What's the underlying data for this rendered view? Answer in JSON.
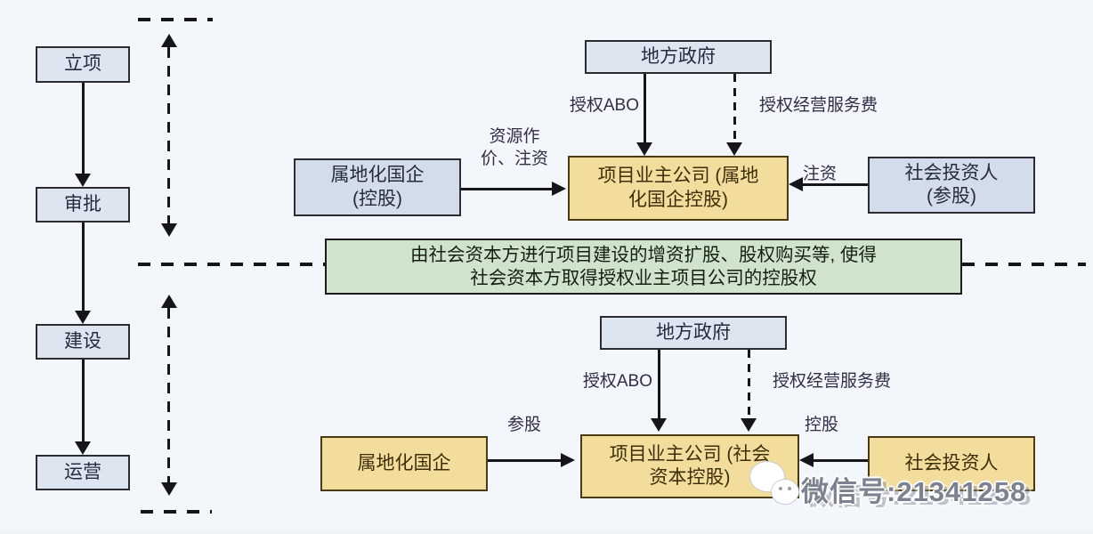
{
  "colors": {
    "background": "#f3f6fa",
    "box_blue_fill": "#dde6f0",
    "box_yellow_fill": "#f3dd9d",
    "box_green_fill": "#cfe3cd",
    "arrow_color": "#15151a",
    "watermark_gray": "#7d8290"
  },
  "left_flow": {
    "stages": [
      {
        "label": "立项"
      },
      {
        "label": "审批"
      },
      {
        "label": "建设"
      },
      {
        "label": "运营"
      }
    ]
  },
  "phase1": {
    "government": "地方政府",
    "abo_label": "授权ABO",
    "fee_label": "授权经营服务费",
    "soe_line1": "属地化国企",
    "soe_line2": "(控股)",
    "resource_label_line1": "资源作",
    "resource_label_line2": "价、注资",
    "owner_line1": "项目业主公司 (属地",
    "owner_line2": "化国企控股)",
    "invest_label": "注资",
    "investor_line1": "社会投资人",
    "investor_line2": "(参股)"
  },
  "transition": {
    "line1": "由社会资本方进行项目建设的增资扩股、股权购买等, 使得",
    "line2": "社会资本方取得授权业主项目公司的控股权"
  },
  "phase2": {
    "government": "地方政府",
    "abo_label": "授权ABO",
    "fee_label": "授权经营服务费",
    "soe": "属地化国企",
    "cangu_label": "参股",
    "owner_line1": "项目业主公司 (社会",
    "owner_line2": "资本控股)",
    "konggu_label": "控股",
    "investor": "社会投资人"
  },
  "watermark": {
    "text": "微信号:21341258",
    "icon": "wechat-bubbles-icon"
  }
}
